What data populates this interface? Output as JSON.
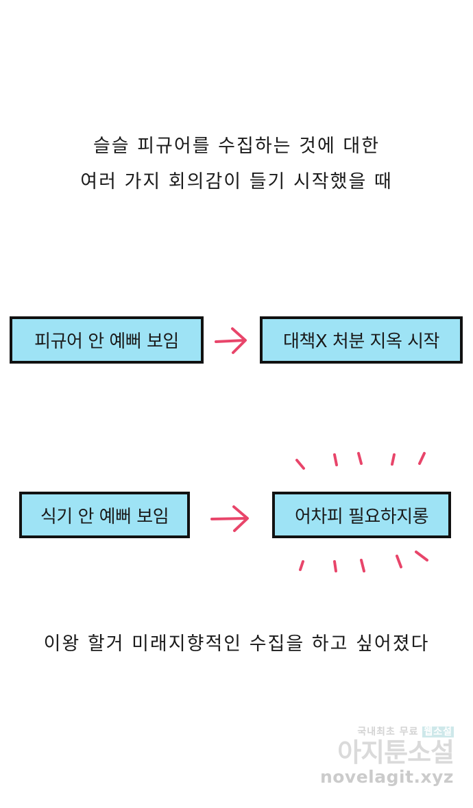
{
  "caption_top": {
    "line1": "슬슬 피규어를 수집하는 것에 대한",
    "line2": "여러 가지 회의감이 들기 시작했을 때"
  },
  "flow1": {
    "left": "피규어 안 예뻐 보임",
    "right": "대책X 처분 지옥 시작"
  },
  "flow2": {
    "left": "식기 안 예뻐 보임",
    "right": "어차피 필요하지롱"
  },
  "caption_bottom": "이왕 할거 미래지향적인 수집을 하고 싶어졌다",
  "colors": {
    "box_fill": "#9ee3f5",
    "box_border": "#111111",
    "arrow": "#e8456a",
    "background": "#ffffff"
  },
  "watermark": {
    "line1_a": "국내최초 무료 ",
    "line1_b": "웹소설",
    "line2": "아지툰소설",
    "line3": "novelagit.xyz"
  }
}
